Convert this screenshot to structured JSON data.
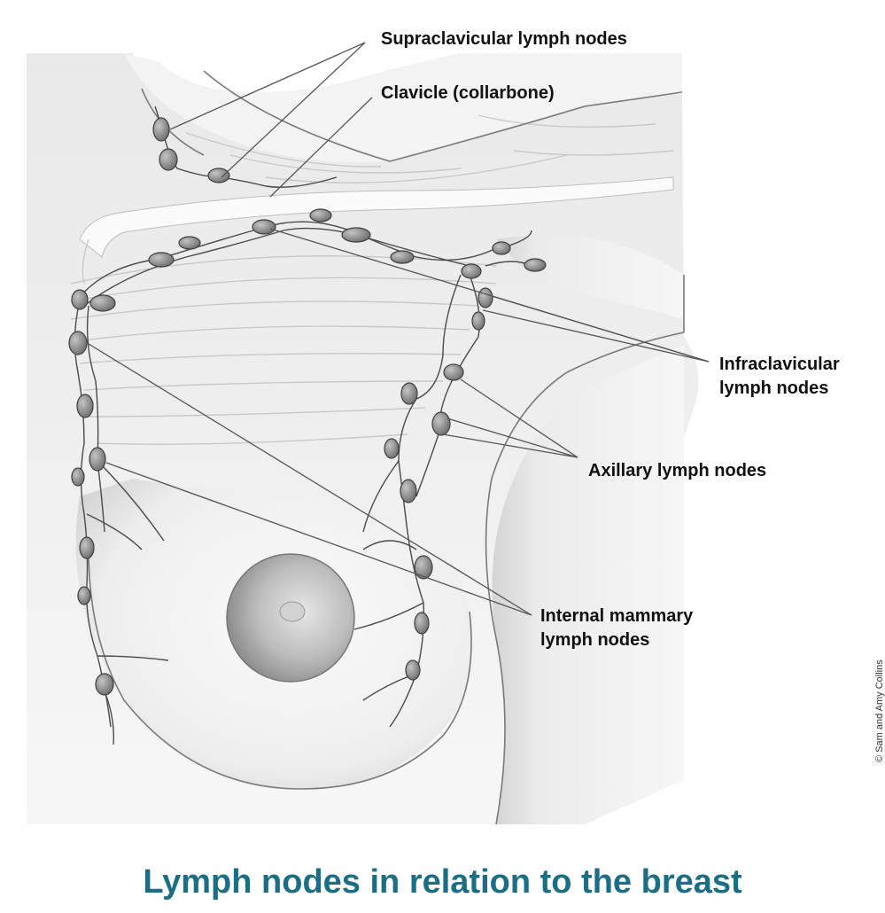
{
  "labels": {
    "supraclavicular": "Supraclavicular lymph nodes",
    "clavicle": "Clavicle (collarbone)",
    "infraclavicular": [
      "Infraclavicular",
      "lymph nodes"
    ],
    "axillary": "Axillary lymph nodes",
    "internal_mammary": [
      "Internal mammary",
      "lymph nodes"
    ]
  },
  "caption": "Lymph nodes in relation to the breast",
  "credit": "© Sam and Amy Collins",
  "colors": {
    "caption": "#1c6e86",
    "label_text": "#111111",
    "node_fill": "#8a8a8a",
    "vessel_stroke": "#4a4a4a",
    "skin_shade": "#e2e2e2"
  }
}
